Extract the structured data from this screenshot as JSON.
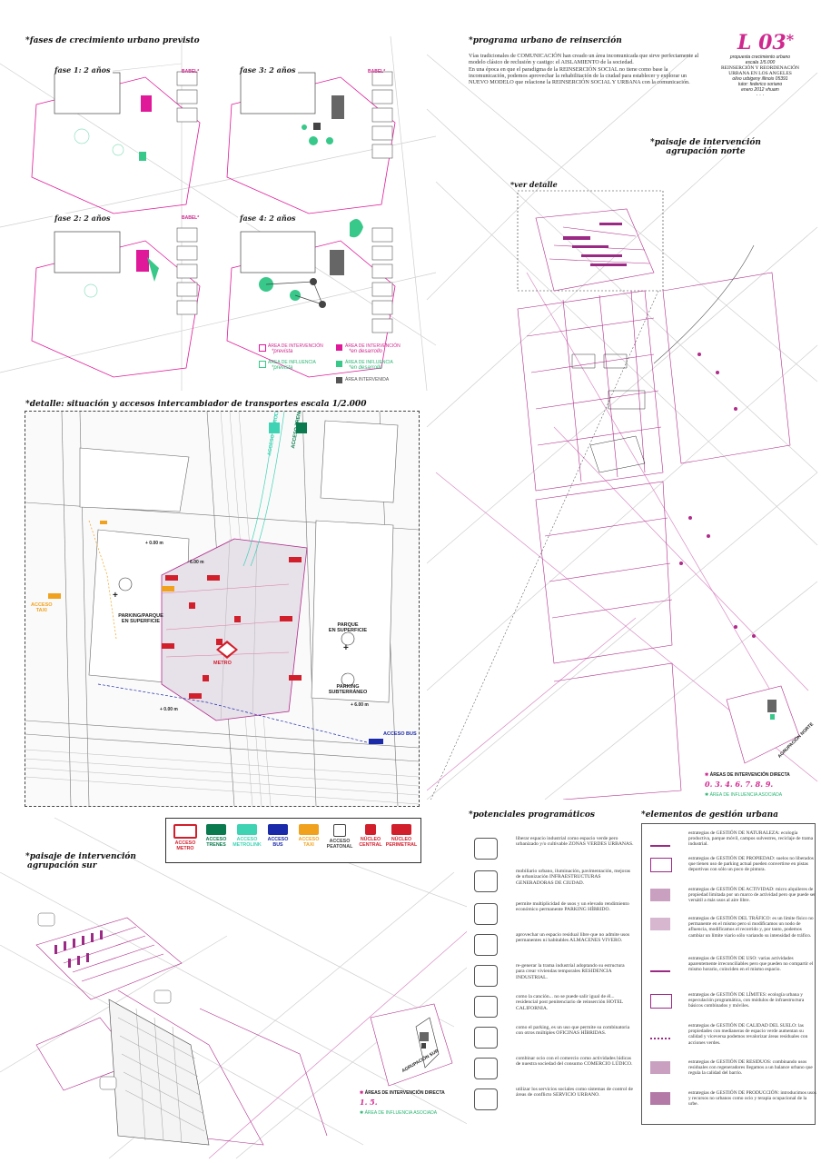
{
  "sheet": {
    "code": "L 03",
    "star": "*",
    "meta_lines": [
      "propuesta crecimiento urbano",
      "escala 1/5.000",
      "REINSERCIÓN Y REORDENACIÓN",
      "URBANA EN LOS ANGELES",
      "olivo urbigeny illinois 05391",
      "tutor: federico soriano",
      "enero 2012 vhuam"
    ]
  },
  "fases": {
    "title": "*fases de crecimiento urbano previsto",
    "labels": [
      "fase 1: 2 años",
      "fase 2: 2 años",
      "fase 3: 2 años",
      "fase 4: 2 años"
    ],
    "babel": "BABEL*",
    "legend": [
      {
        "label": "ÁREA DE INTERVENCIÓN",
        "sub": "*prevista",
        "color": "#e0199a",
        "filled": false
      },
      {
        "label": "ÁREA DE INTERVENCIÓN",
        "sub": "*en desarrollo",
        "color": "#e0199a",
        "filled": true
      },
      {
        "label": "ÁREA DE INFLUENCIA",
        "sub": "*prevista",
        "color": "#38c98a",
        "filled": false
      },
      {
        "label": "ÁREA DE INFLUENCIA",
        "sub": "*en desarrollo",
        "color": "#38c98a",
        "filled": true
      },
      {
        "label": "ÁREA INTERVENIDA",
        "sub": "",
        "color": "#555555",
        "filled": true
      }
    ]
  },
  "programa": {
    "title": "*programa urbano de reinserción",
    "paragraphs": [
      "Vías tradicionales de COMUNICACIÓN han creado un área incomunicada que sirve perfectamente al modelo clásico de reclusión y castigo: el AISLAMIENTO de la sociedad.",
      "En una época en que el paradigma de la REINSERCIÓN SOCIAL no tiene como base la incomunicación, podemos aprovechar la rehabilitación de la ciudad para establecer y explorar un NUEVO MODELO que relacione la REINSERCIÓN SOCIAL Y URBANA con la comunicación."
    ]
  },
  "paisaje_norte": {
    "title_l1": "*paisaje de intervención",
    "title_l2": "agrupación norte"
  },
  "ver_detalle": "*ver detalle",
  "detalle": {
    "title": "*detalle: situación y accesos intercambiador de transportes  escala 1/2.000",
    "parking_left_l1": "PARKING/PARQUE",
    "parking_left_l2": "EN SUPERFICIE",
    "parque_l1": "PARQUE",
    "parque_l2": "EN SUPERFICIE",
    "plus": "+",
    "parking_sub_l1": "PARKING",
    "parking_sub_l2": "SUBTERRÁNEO",
    "metro": "METRO",
    "acceso_bus": "ACCESO BUS",
    "acceso_taxi_l1": "ACCESO",
    "acceso_taxi_l2": "TAXI",
    "acceso_trenes": "ACCESO TRENES",
    "acceso_metrolink": "ACCESO METROLINK",
    "levels": [
      "+ 0.00 m",
      "- 6.00 m",
      "+ 0.00 m",
      "+ 6.00 m"
    ]
  },
  "accesos_legend": [
    {
      "l1": "ACCESO",
      "l2": "METRO",
      "color": "#d21f2c"
    },
    {
      "l1": "ACCESO",
      "l2": "TRENES",
      "color": "#0b7a4e"
    },
    {
      "l1": "ACCESO",
      "l2": "METROLINK",
      "color": "#3fd3b4"
    },
    {
      "l1": "ACCESO",
      "l2": "BUS",
      "color": "#1b2aa8"
    },
    {
      "l1": "ACCESO",
      "l2": "TAXI",
      "color": "#f0a21e"
    },
    {
      "l1": "ACCESO",
      "l2": "PEATONAL",
      "color": "#444444"
    },
    {
      "l1": "NÚCLEO",
      "l2": "CENTRAL",
      "color": "#d21f2c"
    },
    {
      "l1": "NÚCLEO",
      "l2": "PERIMETRAL",
      "color": "#d21f2c"
    }
  ],
  "norte_legend": {
    "title": "ÁREAS DE INTERVENCIÓN DIRECTA",
    "numbers": "0.  3.  4.  6.  7.  8.  9.",
    "influencia": "ÁREA DE INFLUENCIA ASOCIADA",
    "tag": "AGRUPACIÓN NORTE"
  },
  "paisaje_sur": {
    "title_l1": "*paisaje de intervención",
    "title_l2": "agrupación sur"
  },
  "sur_legend": {
    "title": "ÁREAS DE INTERVENCIÓN DIRECTA",
    "numbers": "1.  5.",
    "influencia": "ÁREA DE INFLUENCIA ASOCIADA",
    "tag": "AGRUPACIÓN SUR"
  },
  "potenciales": {
    "title": "*potenciales programáticos",
    "items": [
      "liberar espacio industrial como espacio verde pero urbanizado y/o cultivable ZONAS VERDES URBANAS.",
      "mobiliario urbano, iluminación, pavimentación, mejoras de urbanización INFRAESTRUCTURAS GENERADORAS DE CIUDAD.",
      "permite multiplicidad de usos y un elevado rendimiento económico permanente PARKING HÍBRIDO.",
      "aprovechar un espacio residual libre que no admite usos permanentes ni habitables ALMACENES VIVERO.",
      "re-generar la trama industrial adoptando su estructura para crear viviendas temporales RESIDENCIA INDUSTRIAL.",
      "como la canción... no se puede salir igual de él... residencial post penitenciario de reinserción HOTEL CALIFORNIA.",
      "como el parking, es un uso que permite su combinatoria con otros múltiples OFICINAS HÍBRIDAS.",
      "combinar ocio con el comercio como actividades lúdicas de nuestra sociedad del consumo COMERCIO LÚDICO.",
      "utilizar los servicios sociales como sistemas de control de áreas de conflicto SERVICIO URBANO."
    ]
  },
  "gestion": {
    "title": "*elementos de gestión urbana",
    "items": [
      "estrategias de GESTIÓN DE NATURALEZA: ecología productiva, parque móvil, campos sulvestres, reciclaje de trama industrial.",
      "estrategias de GESTIÓN DE PROPIEDAD: suelos no liberados que tienen uso de parking actual pueden convertirse en pistas deportivas con sólo un poco de pintura.",
      "estrategias de GESTIÓN DE ACTIVIDAD: micro alquileres de propiedad limitada por un marco de actividad pero que puede ser versátil a más usos al aire libre.",
      "estrategias de GESTIÓN DEL TRÁFICO: es un límite físico no permanente en el mismo pero si modificamos un nodo de afluencia, modificamos el recorrido y, por tanto, podemos cambiar un límite viario sólo variando su intensidad de tráfico.",
      "estrategias de GESTIÓN DE USO: varias actividades aparentemente irreconciliables pero que pueden no compartir el mismo horario, coinciden en el mismo espacio.",
      "estrategias de GESTIÓN DE LÍMITES: ecología urbana y especulación programática, con módulos de infraestructura básicos combinados y móviles.",
      "estrategias de GESTIÓN DE CALIDAD DEL SUELO: las propiedades con medianeras de espacio verde aumentan su calidad y viceversa podemos revalorizar áreas residuales con acciones verdes.",
      "estrategias de GESTIÓN DE RESIDUOS: combinando usos residuales con regeneradores llegamos a un balance urbano que regula la calidad del barrio.",
      "estrategias de GESTIÓN DE PRODUCCIÓN: introducimos usos y recursos no urbanos como ocio y terapia ocupacional de la urbe."
    ]
  },
  "colors": {
    "magenta": "#d0288f",
    "green": "#2bb573",
    "red": "#d21f2c",
    "blue": "#1b2aa8",
    "orange": "#f0a21e",
    "teal": "#3fd3b4",
    "darkgreen": "#0b7a4e"
  }
}
